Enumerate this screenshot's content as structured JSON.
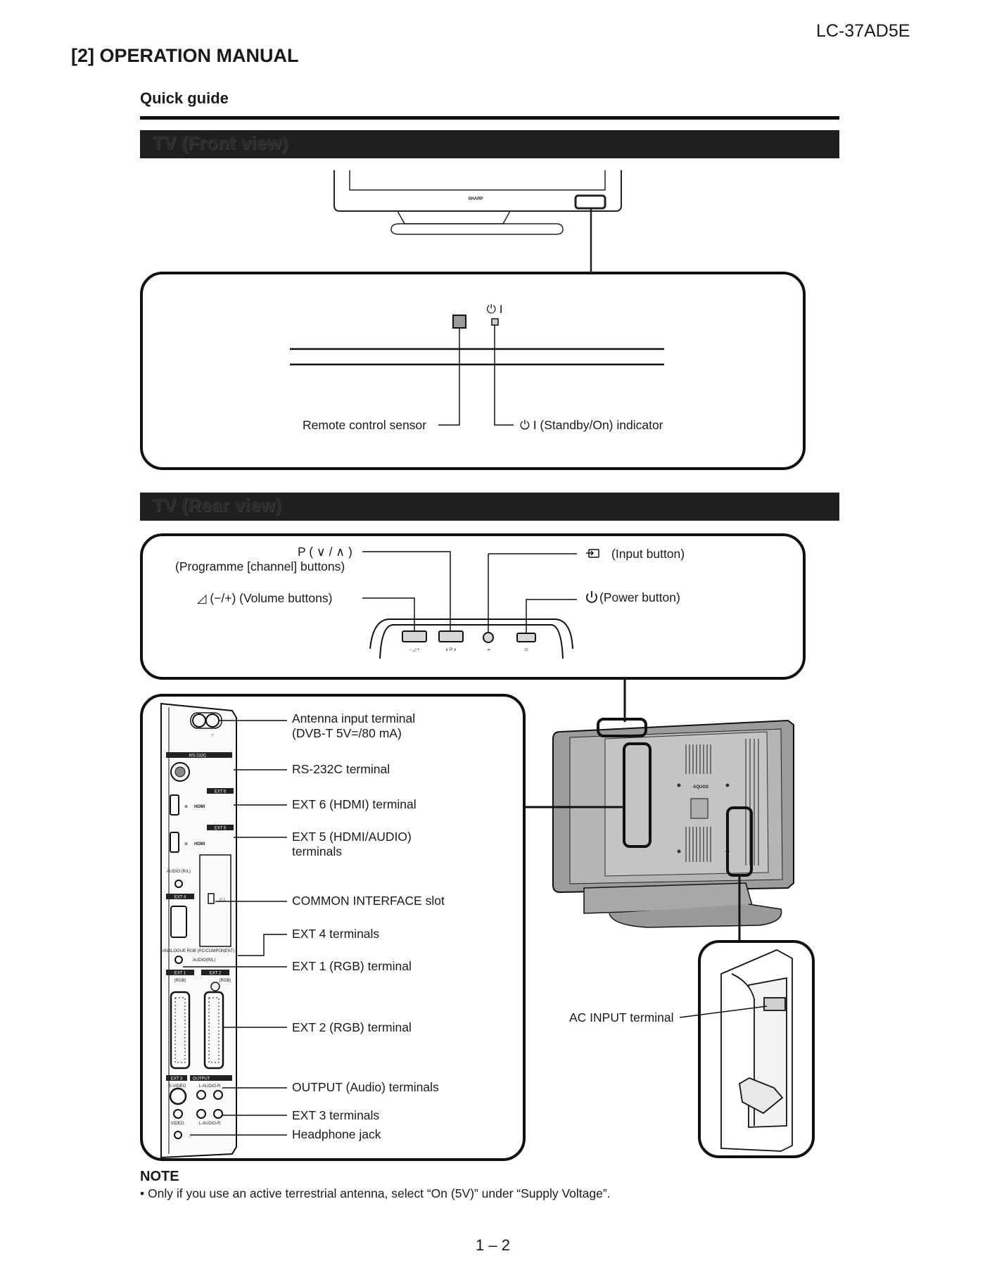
{
  "header": {
    "model": "LC-37AD5E",
    "section_title": "[2] OPERATION MANUAL",
    "subheading": "Quick guide"
  },
  "front": {
    "bar_title": "TV (Front view)",
    "brand": "SHARP",
    "standby_symbol": "⏻ I",
    "labels": {
      "remote_sensor": "Remote control sensor",
      "standby_indicator": "⏻ I  (Standby/On) indicator"
    }
  },
  "rear": {
    "bar_title": "TV (Rear view)",
    "buttons": {
      "programme_line1": "P ( ∨ / ∧ )",
      "programme_line2": "(Programme [channel] buttons)",
      "volume": "◿  (−/+) (Volume buttons)",
      "input": "(Input button)",
      "power": "(Power button)"
    },
    "terminals": {
      "antenna_1": "Antenna input terminal",
      "antenna_2": "(DVB-T 5V=/80 mA)",
      "rs232c": "RS-232C terminal",
      "ext6": "EXT 6 (HDMI) terminal",
      "ext5_1": "EXT 5 (HDMI/AUDIO)",
      "ext5_2": "terminals",
      "common_interface": "COMMON INTERFACE slot",
      "ext4": "EXT 4 terminals",
      "ext1": "EXT 1 (RGB) terminal",
      "ext2": "EXT 2 (RGB) terminal",
      "output": "OUTPUT (Audio) terminals",
      "ext3": "EXT 3 terminals",
      "headphone": "Headphone jack",
      "ac_input": "AC INPUT terminal"
    },
    "panel_labels": {
      "rs232c": "RS-232C",
      "ext6": "EXT 6",
      "ext5": "EXT 5",
      "hdmi": "HDMI",
      "audio_rl": "AUDIO (R/L)",
      "ext4": "EXT 4",
      "ci": "C.I.",
      "analogue": "ANALOGUE RGB (PC/COMPONENT)",
      "audio_rl2": "AUDIO(R/L)",
      "ext1": "EXT 1",
      "ext2": "EXT 2",
      "rgb": "(RGB)",
      "ext3": "EXT 3",
      "out": "OUTPUT",
      "svideo": "S-VIDEO",
      "laudior": "L-AUDIO-R",
      "video": "VIDEO",
      "brand_rear": "AQUOS"
    }
  },
  "note": {
    "heading": "NOTE",
    "text": "• Only if you use an active terrestrial antenna, select “On (5V)” under “Supply Voltage”."
  },
  "footer": {
    "page_number": "1 – 2"
  }
}
